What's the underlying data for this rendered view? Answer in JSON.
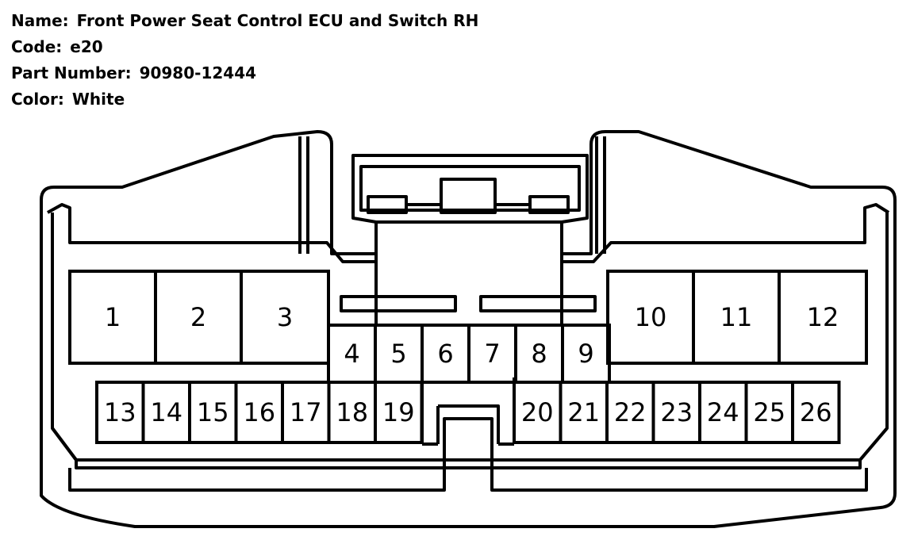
{
  "info": {
    "name_label": "Name:",
    "name_value": "Front Power Seat Control ECU and Switch RH",
    "code_label": "Code:",
    "code_value": "e20",
    "part_label": "Part Number:",
    "part_value": "90980-12444",
    "color_label": "Color:",
    "color_value": "White"
  },
  "pins": [
    "1",
    "2",
    "3",
    "4",
    "5",
    "6",
    "7",
    "8",
    "9",
    "10",
    "11",
    "12",
    "13",
    "14",
    "15",
    "16",
    "17",
    "18",
    "19",
    "20",
    "21",
    "22",
    "23",
    "24",
    "25",
    "26"
  ]
}
